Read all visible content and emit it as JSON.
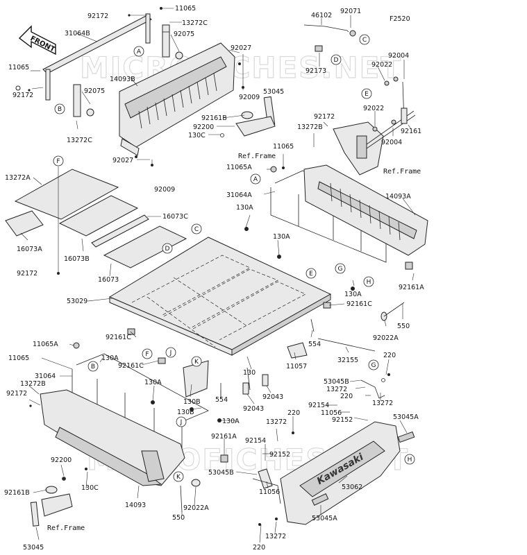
{
  "figure_code": "F2520",
  "front_arrow_label": "FRONT",
  "ref_frame_label": "Ref.Frame",
  "brand_logo_text": "Kawasaki",
  "watermarks": [
    "MICROFICHES.NET",
    "MICROFICHES.NET"
  ],
  "callout_letters": {
    "A": "A",
    "B": "B",
    "C": "C",
    "D": "D",
    "E": "E",
    "F": "F",
    "G": "G",
    "H": "H",
    "J": "J",
    "K": "K"
  },
  "part_labels": {
    "p92172_top": "92172",
    "p11065_top": "11065",
    "p31064B": "31064B",
    "p13272C_top": "13272C",
    "p92075_top": "92075",
    "p92027_top": "92027",
    "p14093B": "14093B",
    "p11065_left": "11065",
    "p92075_left": "92075",
    "p92172_left": "92172",
    "p13272C_left": "13272C",
    "p92009_top": "92009",
    "p53045_top": "53045",
    "p92161B_top": "92161B",
    "p92200_top": "92200",
    "p130C_top": "130C",
    "p92027_bot": "92027",
    "p92009_bot": "92009",
    "p46102": "46102",
    "p92071": "92071",
    "p92173": "92173",
    "p92004_top": "92004",
    "p92022_top": "92022",
    "p92022_mid": "92022",
    "p92161_right": "92161",
    "p92004_bot": "92004",
    "p92172_mid": "92172",
    "p13272B_mid": "13272B",
    "p11065_mid": "11065",
    "p11065A_mid": "11065A",
    "p31064A": "31064A",
    "p14093A": "14093A",
    "p130A_1": "130A",
    "p130A_2": "130A",
    "p130A_3": "130A",
    "p92161A_right": "92161A",
    "p13272A": "13272A",
    "p16073C": "16073C",
    "p16073A": "16073A",
    "p16073B": "16073B",
    "p16073": "16073",
    "p92172_floor": "92172",
    "p53029": "53029",
    "p92161C_1": "92161C",
    "p92161C_2": "92161C",
    "p92161C_3": "92161C",
    "p550_right": "550",
    "p92022A_right": "92022A",
    "p554_right": "554",
    "p32155": "32155",
    "p11057": "11057",
    "p130_mid": "130",
    "p92043_1": "92043",
    "p92043_2": "92043",
    "p554_mid": "554",
    "p130B_1": "130B",
    "p130B_2": "130B",
    "p11065A_left": "11065A",
    "p11065_left2": "11065",
    "p130A_4": "130A",
    "p31064": "31064",
    "p13272B_left": "13272B",
    "p92172_left2": "92172",
    "p130A_5": "130A",
    "p130A_6": "130A",
    "p92161A_mid": "92161A",
    "p53045B_mid": "53045B",
    "p92200_left": "92200",
    "p130C_left": "130C",
    "p92161B_left": "92161B",
    "p14093": "14093",
    "p550_bot": "550",
    "p92022A_bot": "92022A",
    "p53045_bot": "53045",
    "p220_1": "220",
    "p53045B_right": "53045B",
    "p13272_r1": "13272",
    "p220_r2": "220",
    "p92154_r": "92154",
    "p11056_r": "11056",
    "p92152_r": "92152",
    "p53045A_r": "53045A",
    "p13272_r3": "13272",
    "p13272_c": "13272",
    "p220_c": "220",
    "p92154_c": "92154",
    "p92152_c": "92152",
    "p11056_c": "11056",
    "p53062": "53062",
    "p53045A_bot": "53045A",
    "p13272_bot": "13272",
    "p220_bot": "220"
  }
}
